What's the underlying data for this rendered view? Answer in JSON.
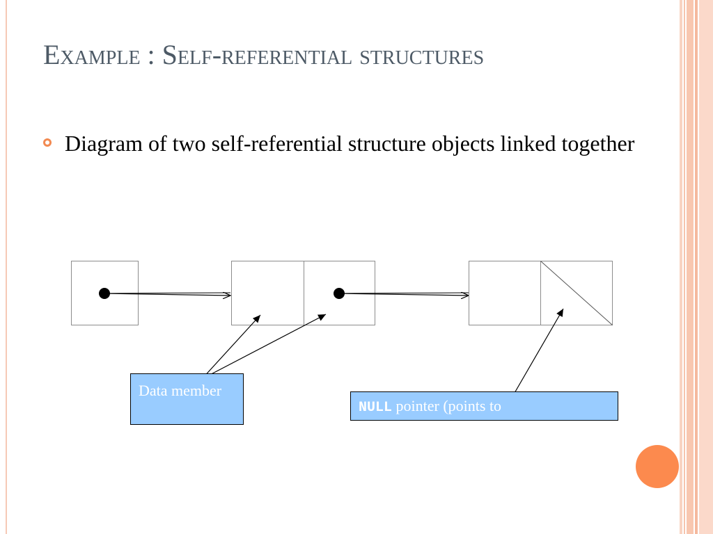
{
  "slide": {
    "title": "Example : Self-referential structures",
    "bullet": "Diagram of two self-referential structure objects linked together"
  },
  "labels": {
    "data_member": "Data member",
    "null_keyword": "NULL",
    "null_text": " pointer (points to"
  },
  "colors": {
    "title": "#4d5a66",
    "accent_orange": "#fc8a4e",
    "label_fill": "#99ccff"
  }
}
